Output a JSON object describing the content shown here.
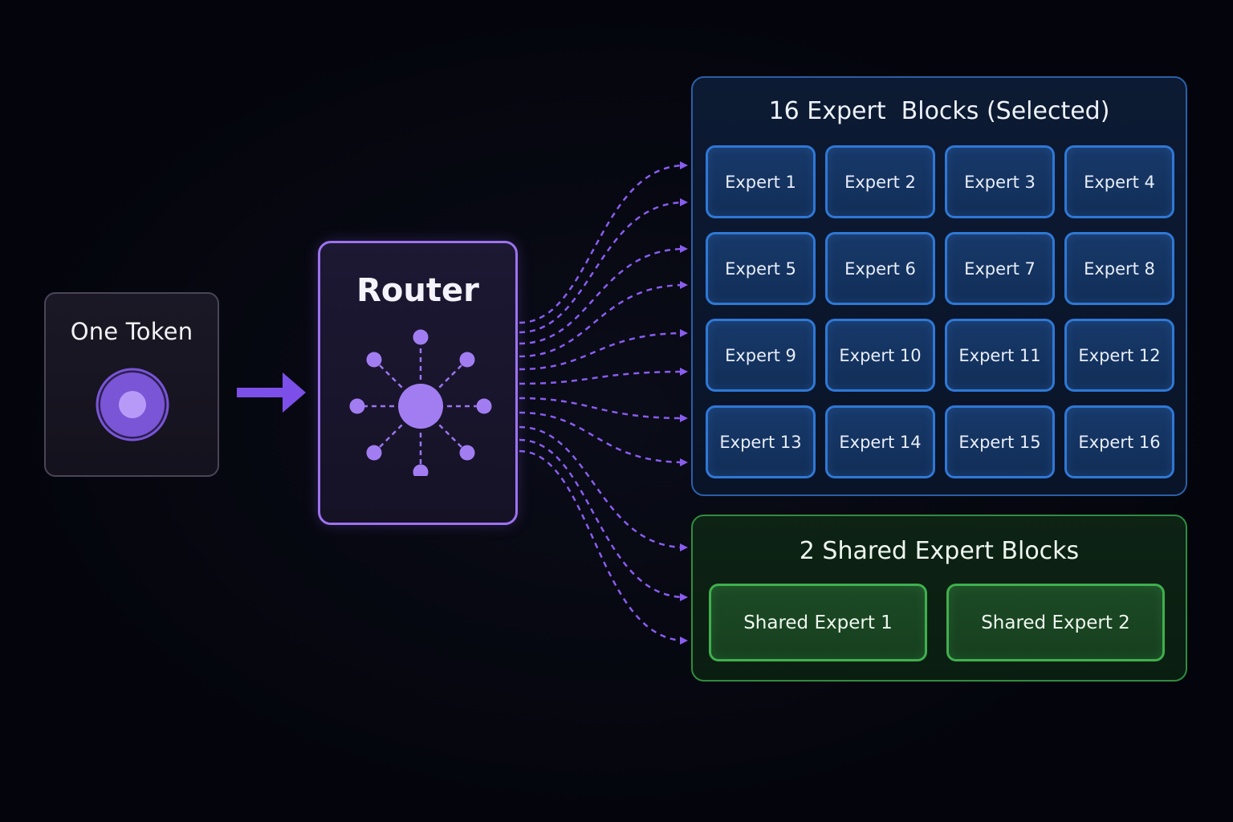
{
  "token": {
    "title": "One Token",
    "icon": "token-circle-icon"
  },
  "router": {
    "title": "Router",
    "icon": "hub-network-icon"
  },
  "experts": {
    "title": "16 Expert  Blocks (Selected)",
    "items": [
      "Expert 1",
      "Expert 2",
      "Expert 3",
      "Expert 4",
      "Expert 5",
      "Expert 6",
      "Expert 7",
      "Expert 8",
      "Expert 9",
      "Expert 10",
      "Expert 11",
      "Expert 12",
      "Expert 13",
      "Expert 14",
      "Expert 15",
      "Expert 16"
    ]
  },
  "shared": {
    "title": "2 Shared Expert Blocks",
    "items": [
      "Shared Expert 1",
      "Shared Expert 2"
    ]
  },
  "colors": {
    "background": "#04050c",
    "router_accent": "#9d72f0",
    "flow_arrow": "#8a5cf0",
    "expert_accent": "#2f78d6",
    "shared_accent": "#3fb04d"
  }
}
